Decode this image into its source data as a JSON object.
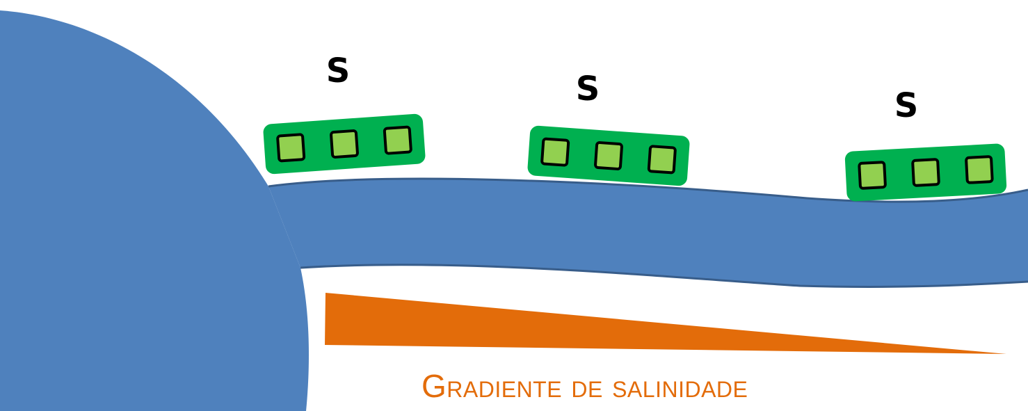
{
  "colors": {
    "water": "#4f81bd",
    "water_outline": "#385d8a",
    "site_strip": "#00b050",
    "site_square": "#92d050",
    "gradient": "#e36c0a",
    "label_text": "#000000"
  },
  "sites": [
    {
      "label": "S",
      "squares": 3
    },
    {
      "label": "S",
      "squares": 3
    },
    {
      "label": "S",
      "squares": 3
    }
  ],
  "gradient": {
    "label": "Gradiente de salinidade"
  }
}
